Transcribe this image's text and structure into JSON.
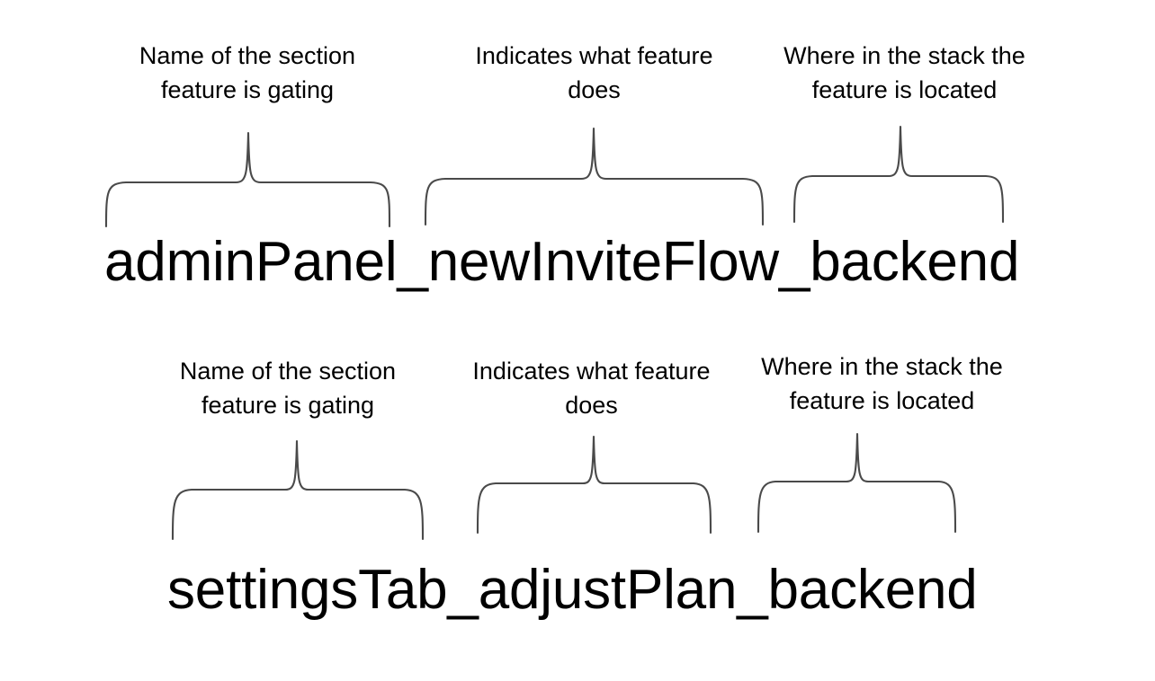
{
  "page": {
    "background_color": "#ffffff",
    "text_color": "#000000",
    "brace_color": "#4a4a4a"
  },
  "rows": [
    {
      "id": "row-1",
      "flag_name": "adminPanel_newInviteFlow_backend",
      "segments": [
        {
          "id": "segment-section",
          "token": "adminPanel",
          "annotation": "Name of the section\nfeature is gating"
        },
        {
          "id": "segment-behavior",
          "token": "newInviteFlow",
          "annotation": "Indicates what feature\ndoes"
        },
        {
          "id": "segment-layer",
          "token": "backend",
          "annotation": "Where in the stack the\nfeature is located"
        }
      ]
    },
    {
      "id": "row-2",
      "flag_name": "settingsTab_adjustPlan_backend",
      "segments": [
        {
          "id": "segment-section",
          "token": "settingsTab",
          "annotation": "Name of the section\nfeature is gating"
        },
        {
          "id": "segment-behavior",
          "token": "adjustPlan",
          "annotation": "Indicates what feature\ndoes"
        },
        {
          "id": "segment-layer",
          "token": "backend",
          "annotation": "Where in the stack the\nfeature is located"
        }
      ]
    }
  ]
}
